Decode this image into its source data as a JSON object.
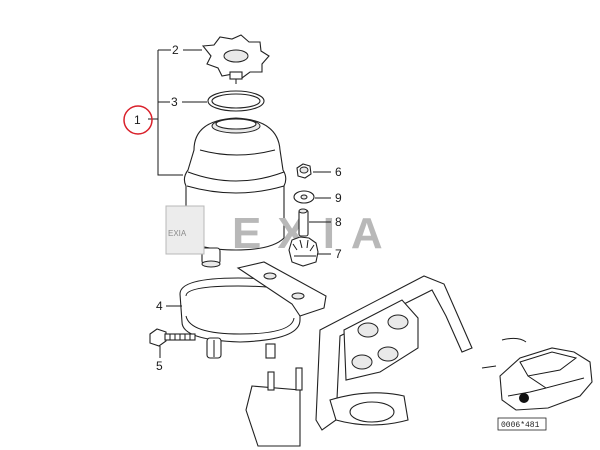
{
  "callouts": {
    "assembly": "1",
    "cap": "2",
    "o_ring": "3",
    "clamp": "4",
    "bolt": "5",
    "nut": "6",
    "filter": "7",
    "pin": "8",
    "washer": "9"
  },
  "watermark": {
    "text": "EXIA",
    "badge_text": "EXIA",
    "color": "#b8b8b8"
  },
  "inset": {
    "reference_code": "0006*481"
  },
  "colors": {
    "highlight_circle": "#d9202a",
    "line": "#1a1a1a"
  }
}
